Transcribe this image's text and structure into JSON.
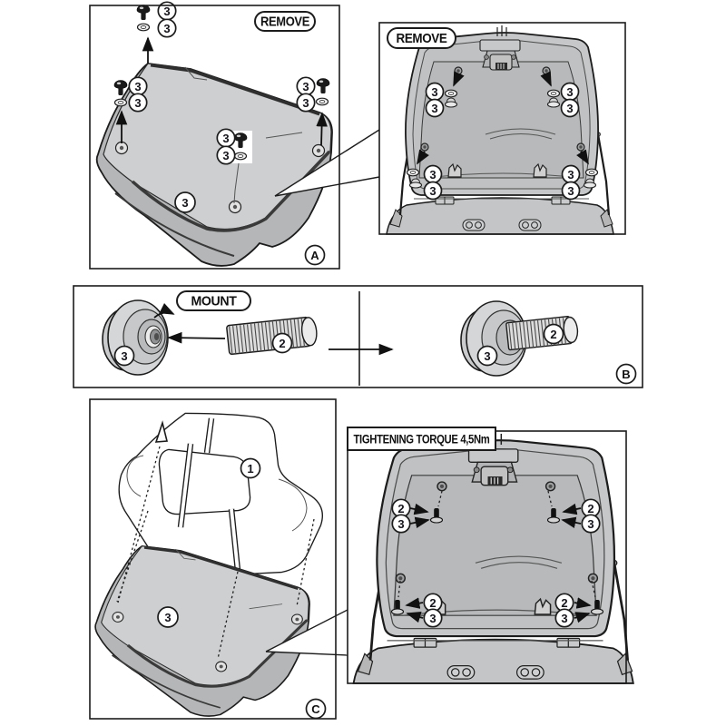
{
  "labels": {
    "remove": "REMOVE",
    "mount": "MOUNT",
    "tightening_torque": "TIGHTENING TORQUE 4,5Nm"
  },
  "part_numbers": {
    "rack": "1",
    "stud": "2",
    "screw": "3"
  },
  "panel_letters": {
    "a": "A",
    "b": "B",
    "c": "C"
  },
  "colors": {
    "outline": "#1c1c1c",
    "fill_light": "#cdcfd0",
    "fill_mid": "#c0c2c3",
    "fill_dark": "#b2b4b5",
    "number": "#15151c",
    "background": "#ffffff"
  }
}
